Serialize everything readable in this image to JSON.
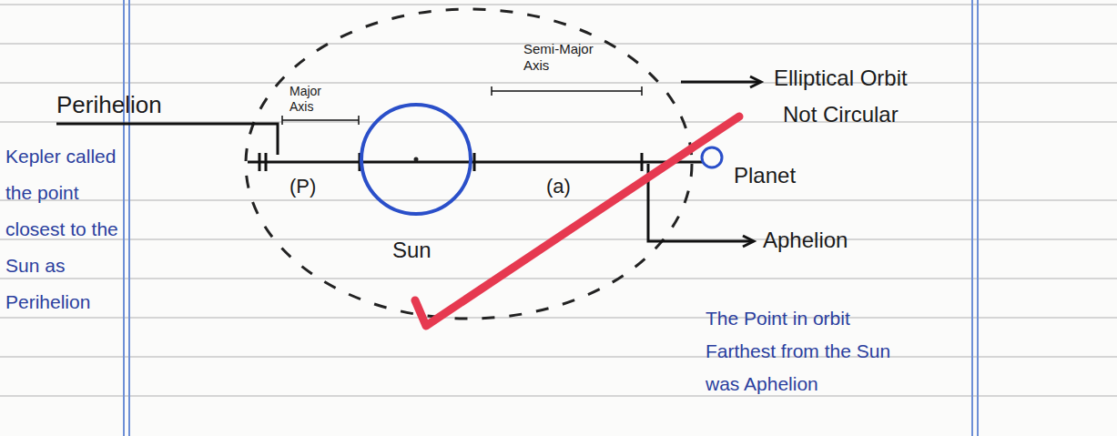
{
  "diagram": {
    "nodes": [
      {
        "text": [
          "Sun"
        ]
      },
      {
        "text": [
          "Planet"
        ]
      }
    ],
    "labels": [
      "Perihelion",
      "Major Axis",
      "(P)",
      "Semi-Major Axis",
      "(a)",
      "Elliptical Orbit",
      "Not Circular",
      "Aphelion",
      "Kepler called the point closest to the Sun as Perihelion",
      "The Point in orbit Farthest from the Sun was Aphelion"
    ]
  }
}
